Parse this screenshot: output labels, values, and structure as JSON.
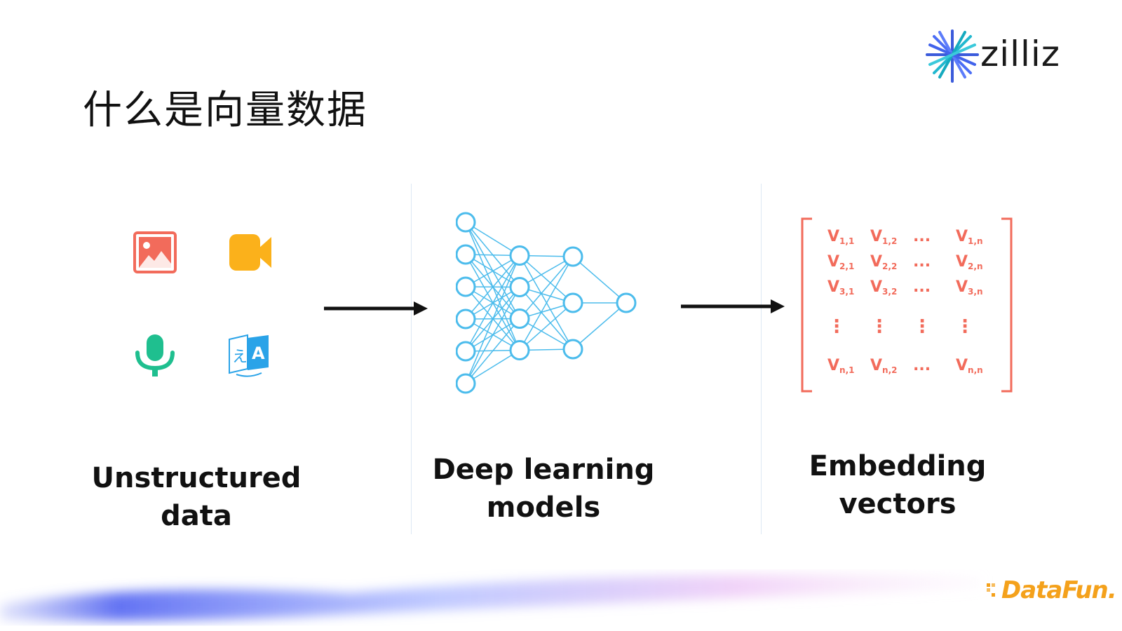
{
  "title": "什么是向量数据",
  "logo": {
    "text": "zilliz",
    "icon": "zilliz-star-icon"
  },
  "footer_logo": {
    "text": "DataFun."
  },
  "stages": [
    {
      "label_line1": "Unstructured",
      "label_line2": "data",
      "icons": [
        "image-icon",
        "video-camera-icon",
        "microphone-icon",
        "translate-icon"
      ]
    },
    {
      "label_line1": "Deep learning",
      "label_line2": "models",
      "layer_sizes": [
        6,
        4,
        3,
        1
      ]
    },
    {
      "label_line1": "Embedding",
      "label_line2": "vectors"
    }
  ],
  "matrix": {
    "rows": [
      [
        "V1,1",
        "V1,2",
        "...",
        "V1,n"
      ],
      [
        "V2,1",
        "V2,2",
        "...",
        "V2,n"
      ],
      [
        "V3,1",
        "V3,2",
        "...",
        "V3,n"
      ],
      [
        "⋮",
        "⋮",
        "⋮",
        "⋮"
      ],
      [
        "Vn,1",
        "Vn,2",
        "...",
        "Vn,n"
      ]
    ]
  },
  "colors": {
    "image": "#f26b5b",
    "video": "#fbb11b",
    "audio": "#1fbf8f",
    "translate": "#2aa3e8",
    "network": "#4cbcec",
    "matrix": "#f26b5b",
    "arrow": "#111111"
  }
}
